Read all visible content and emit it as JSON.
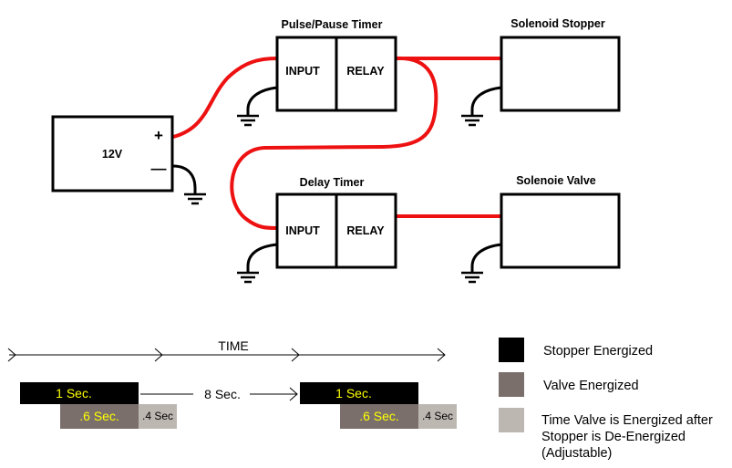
{
  "components": {
    "pulse_timer": {
      "title": "Pulse/Pause Timer",
      "input": "INPUT",
      "relay": "RELAY"
    },
    "delay_timer": {
      "title": "Delay Timer",
      "input": "INPUT",
      "relay": "RELAY"
    },
    "solenoid_stopper": {
      "title": "Solenoid Stopper"
    },
    "solenoid_valve": {
      "title": "Solenoie Valve"
    },
    "battery": {
      "label": "12V",
      "plus": "+",
      "minus": "—"
    }
  },
  "timeline": {
    "time_label": "TIME",
    "gap_label": "8 Sec.",
    "cycles": [
      {
        "stopper": "1 Sec.",
        "valve": ".6 Sec.",
        "delay": ".4 Sec"
      },
      {
        "stopper": "1 Sec.",
        "valve": ".6 Sec.",
        "delay": ".4 Sec"
      }
    ]
  },
  "legend": {
    "items": [
      {
        "label": "Stopper Energized",
        "color": "#000000"
      },
      {
        "label": "Valve Energized",
        "color": "#7a6f6b"
      },
      {
        "label_lines": [
          "Time Valve is Energized after",
          "Stopper is De-Energized",
          "(Adjustable)"
        ],
        "color": "#bdb7b2"
      }
    ]
  },
  "colors": {
    "wire": "#ee1111",
    "ground": "#000000"
  }
}
